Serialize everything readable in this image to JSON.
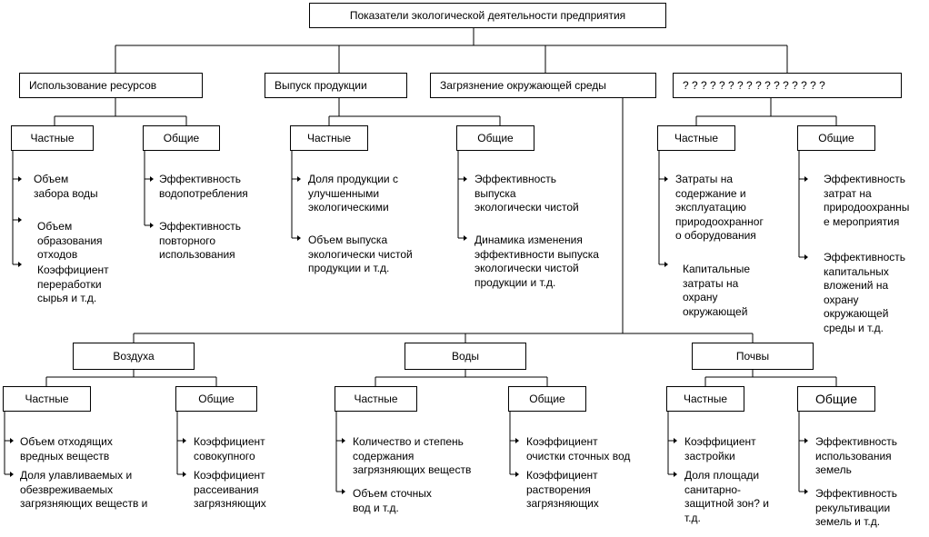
{
  "colors": {
    "line": "#000000",
    "background": "#ffffff"
  },
  "root": "Показатели экологической деятельности предприятия",
  "categories": {
    "resources": "Использование ресурсов",
    "products": "Выпуск продукции",
    "pollution": "Загрязнение окружающей среды",
    "unknown": "? ? ? ? ? ? ? ? ? ? ? ? ? ? ? ?"
  },
  "pollution_types": {
    "air": "Воздуха",
    "water": "Воды",
    "soil": "Почвы"
  },
  "labels": {
    "partial": "Частные",
    "general": "Общие"
  },
  "items": {
    "resources_partial": [
      "Объем\nзабора воды",
      "Объем\nобразования\nотходов",
      "Коэффициент\nпереработки\nсырья и т.д."
    ],
    "resources_general": [
      "Эффективность\nводопотребления",
      "Эффективность\nповторного\nиспользования"
    ],
    "products_partial": [
      "Доля продукции с\nулучшенными\nэкологическими",
      "Объем выпуска\nэкологически чистой\nпродукции и т.д."
    ],
    "products_general": [
      "Эффективность\nвыпуска\nэкологически чистой",
      "Динамика изменения\nэффективности выпуска\nэкологически чистой\nпродукции и т.д."
    ],
    "unknown_partial": [
      "Затраты на\nсодержание и\nэксплуатацию\nприродоохранног\nо оборудования",
      "Капитальные\nзатраты на\nохрану\nокружающей"
    ],
    "unknown_general": [
      "Эффективность\nзатрат на\nприродоохранны\nе мероприятия",
      "Эффективность\nкапитальных\nвложений на\nохрану\nокружающей\nсреды и т.д."
    ],
    "air_partial": [
      "Объем отходящих\nвредных веществ",
      "Доля улавливаемых и\nобезвреживаемых\nзагрязняющих веществ и"
    ],
    "air_general": [
      "Коэффициент\nсовокупного",
      "Коэффициент\nрассеивания\nзагрязняющих"
    ],
    "water_partial": [
      "Количество и степень\nсодержания\nзагрязняющих веществ",
      "Объем сточных\nвод и т.д."
    ],
    "water_general": [
      "Коэффициент\nочистки сточных вод",
      "Коэффициент\nрастворения\nзагрязняющих"
    ],
    "soil_partial": [
      "Коэффициент\nзастройки",
      "Доля площади\nсанитарно-\nзащитной зон?  и\nт.д."
    ],
    "soil_general": [
      "Эффективность\nиспользования\nземель",
      "Эффективность\nрекультивации\nземель и т.д."
    ]
  }
}
